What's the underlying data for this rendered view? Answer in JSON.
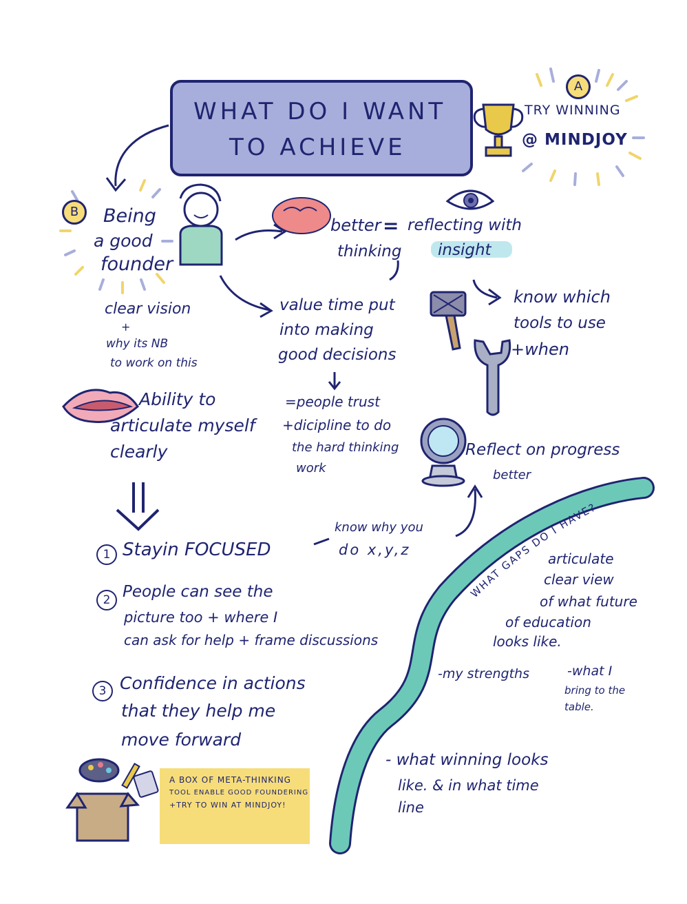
{
  "title": {
    "line1": "WHAT DO I WANT",
    "line2": "TO ACHIEVE"
  },
  "goal_a": {
    "badge": "A",
    "line1": "TRY WINNING",
    "line2": "@ MINDJOY"
  },
  "goal_b": {
    "badge": "B",
    "line1": "Being",
    "line2": "a good",
    "line3": "founder"
  },
  "thinking": {
    "line1": "better",
    "equals": "=",
    "reflecting": "reflecting with",
    "thinking_word": "thinking",
    "insight": "insight"
  },
  "tools": {
    "line1": "know which",
    "line2": "tools to use",
    "line3": "+when"
  },
  "vision": {
    "line1": "clear vision",
    "plus": "+",
    "line2": "why its NB",
    "line3": "to work on this"
  },
  "value_time": {
    "line1": "value time put",
    "line2": "into making",
    "line3": "good decisions"
  },
  "people_trust": {
    "line1": "=people trust",
    "line2": "+dicipline to do",
    "line3": "the hard thinking",
    "line4": "work"
  },
  "articulate": {
    "line1": "Ability to",
    "line2": "articulate myself",
    "line3": "clearly"
  },
  "reflect": {
    "line1": "Reflect on progress",
    "line2": "better"
  },
  "outcomes": [
    {
      "num": "1",
      "lines": [
        "Stayin FOCUSED"
      ]
    },
    {
      "num": "2",
      "lines": [
        "People can see the",
        "picture too + where I",
        "can ask for help + frame discussions"
      ]
    },
    {
      "num": "3",
      "lines": [
        "Confidence in actions",
        "that they help me",
        "move forward"
      ]
    }
  ],
  "know_why": {
    "line1": "know why you",
    "line2": "do x,y,z"
  },
  "river_label": "WHAT GAPS DO I HAVE?",
  "gaps": {
    "g1": [
      "articulate",
      "clear view",
      "of what future",
      "of education",
      "looks like."
    ],
    "g2": [
      "-my strengths",
      "-what I",
      "bring to the",
      "table."
    ],
    "g3": [
      "- what winning looks",
      "like. & in what time",
      "line"
    ]
  },
  "note": {
    "line1": "A BOX OF META-THINKING",
    "line2": "TOOL ENABLE GOOD FOUNDERING",
    "line3": "+TRY TO WIN AT MINDJOY!"
  },
  "colors": {
    "ink": "#1f2470",
    "title_fill": "#a8aedb",
    "river": "#6cc9b8",
    "note": "#f6dd79",
    "lips": "#e89aa8"
  }
}
